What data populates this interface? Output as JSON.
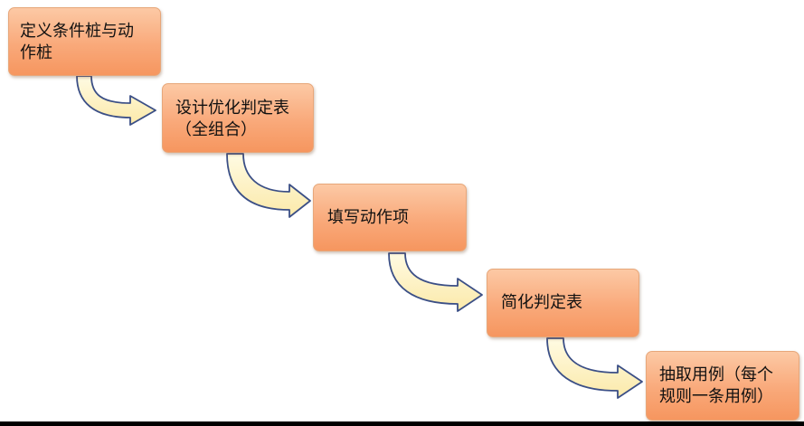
{
  "flow": {
    "steps": [
      {
        "label": "定义条件桩与动\n作桩"
      },
      {
        "label": "设计优化判定表\n（全组合）"
      },
      {
        "label": "填写动作项"
      },
      {
        "label": "简化判定表"
      },
      {
        "label": "抽取用例（每个\n规则一条用例）"
      }
    ]
  },
  "colors": {
    "step_fill": "#f9a97a",
    "step_border": "#e7a77a",
    "arrow_fill": "#fff3c4",
    "arrow_stroke": "#3b4f86"
  }
}
